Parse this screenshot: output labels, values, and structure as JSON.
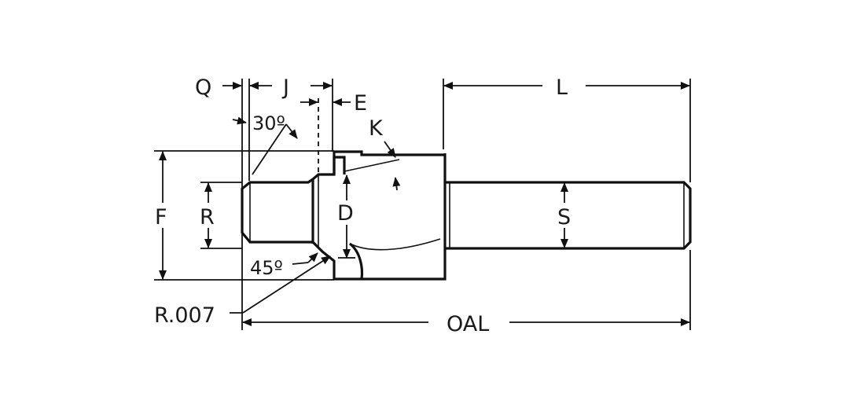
{
  "labels": {
    "q": "Q",
    "j": "J",
    "e": "E",
    "l": "L",
    "k": "K",
    "angle_30": "30º",
    "f": "F",
    "r": "R",
    "d": "D",
    "s": "S",
    "angle_45": "45º",
    "radius": "R.007",
    "oal": "OAL"
  },
  "colors": {
    "line": "#111111",
    "background": "#ffffff"
  }
}
